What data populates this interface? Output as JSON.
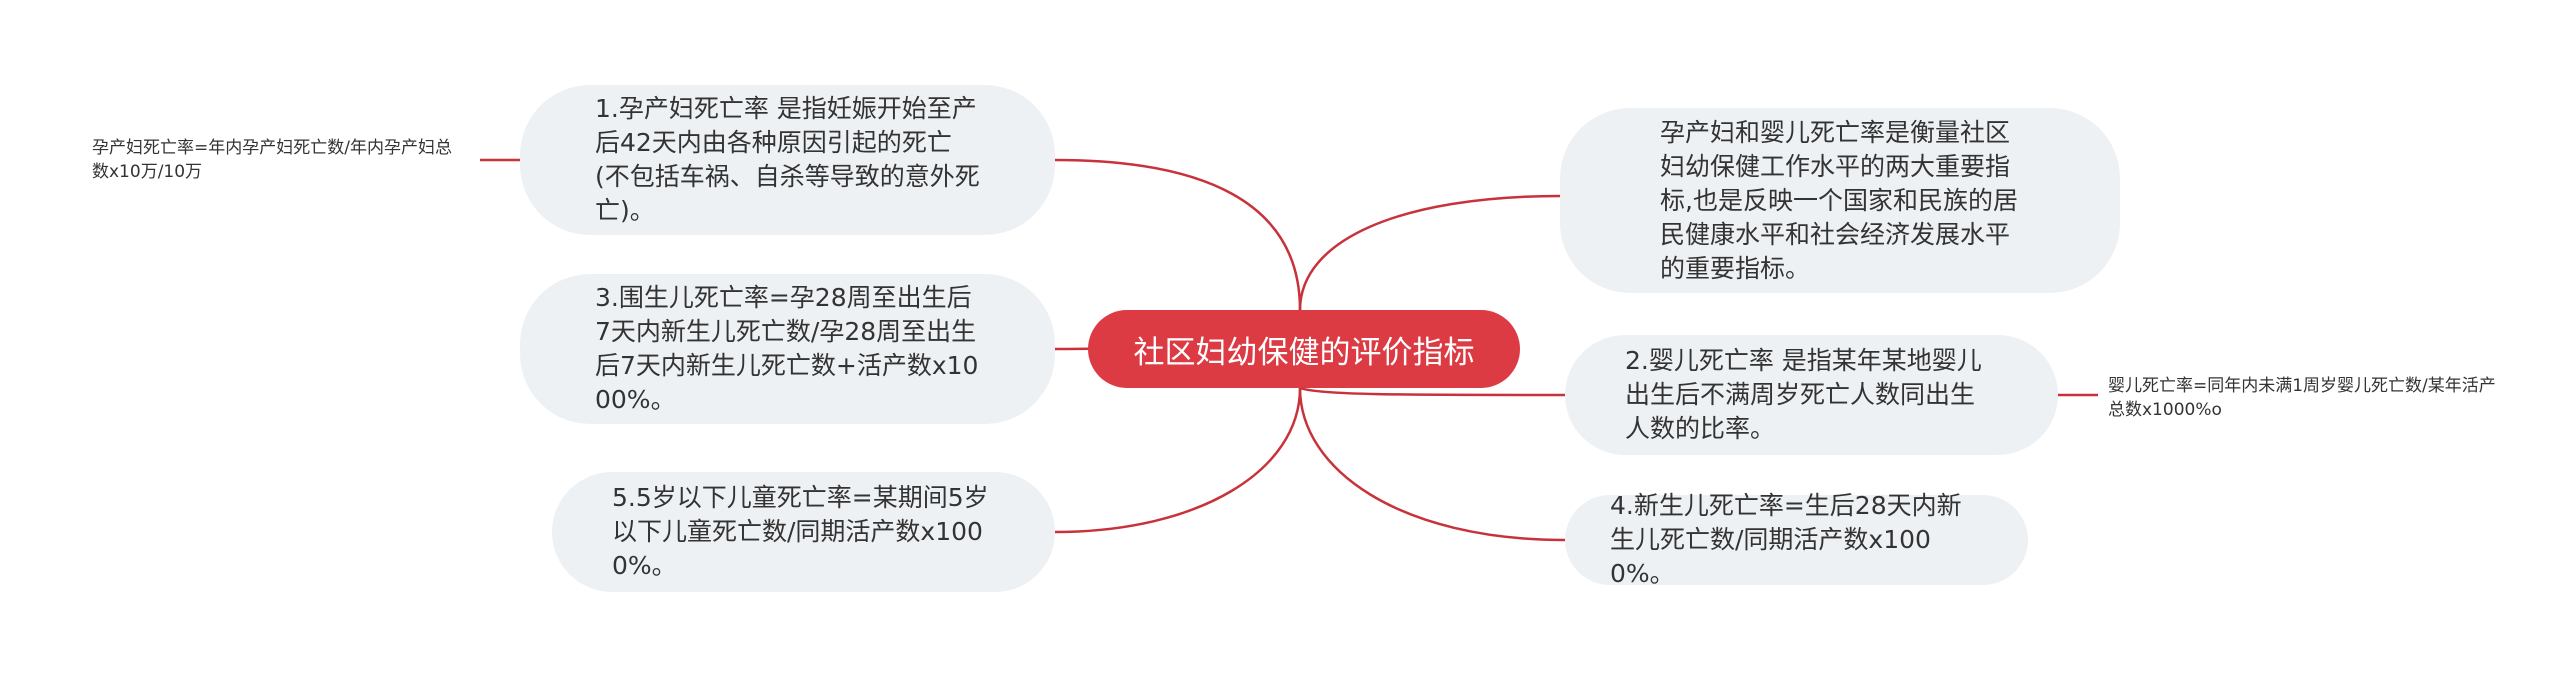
{
  "central": {
    "label": "社区妇幼保健的评价指标"
  },
  "left_nodes": [
    {
      "id": "maternal",
      "text": "1.孕产妇死亡率 是指妊娠开始至产后42天内由各种原因引起的死亡(不包括车祸、自杀等导致的意外死亡)。"
    },
    {
      "id": "perinatal",
      "text": "3.围生儿死亡率=孕28周至出生后7天内新生儿死亡数/孕28周至出生后7天内新生儿死亡数+活产数x1000%。"
    },
    {
      "id": "under5",
      "text": "5.5岁以下儿童死亡率=某期间5岁以下儿童死亡数/同期活产数x1000%。"
    }
  ],
  "right_nodes": [
    {
      "id": "intro",
      "text": "孕产妇和婴儿死亡率是衡量社区妇幼保健工作水平的两大重要指标,也是反映一个国家和民族的居民健康水平和社会经济发展水平的重要指标。"
    },
    {
      "id": "infant",
      "text": "2.婴儿死亡率 是指某年某地婴儿出生后不满周岁死亡人数同出生人数的比率。"
    },
    {
      "id": "neonatal",
      "text": "4.新生儿死亡率=生后28天内新生儿死亡数/同期活产数x1000%。"
    }
  ],
  "leaves": [
    {
      "id": "maternal-formula",
      "text": "孕产妇死亡率=年内孕产妇死亡数/年内孕产妇总数x10万/10万"
    },
    {
      "id": "infant-formula",
      "text": "婴儿死亡率=同年内未满1周岁婴儿死亡数/某年活产总数x1000%o"
    }
  ],
  "colors": {
    "accent": "#dc3b43",
    "node_bg": "#eef1f4",
    "line": "#c8323a",
    "text": "#333333"
  }
}
